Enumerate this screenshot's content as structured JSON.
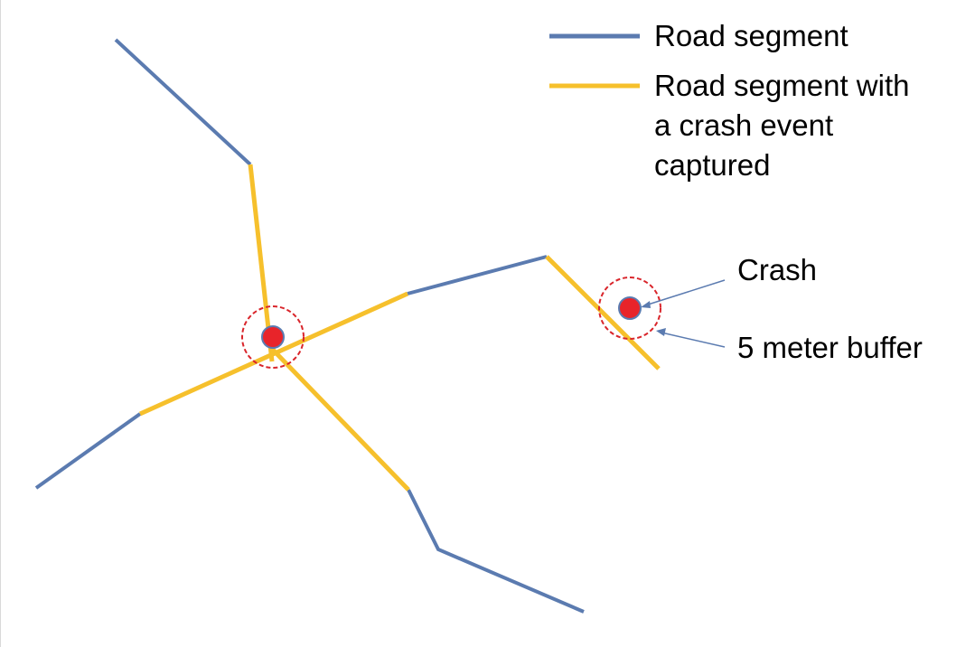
{
  "colors": {
    "road_segment": "#5b7bb0",
    "road_segment_with_crash": "#f6c02c",
    "crash_point": "#e8242a",
    "crash_point_outline": "#5b7bb0",
    "buffer_ring": "#d9252b",
    "annotation_line": "#5b7bb0"
  },
  "legend": {
    "road_segment_label": "Road segment",
    "crash_segment_label_lines": [
      "Road segment with",
      "a crash event",
      "captured"
    ]
  },
  "annotations": {
    "crash_label": "Crash",
    "buffer_label": "5 meter buffer"
  },
  "icons": {
    "crash_point": "red-dot",
    "buffer": "dashed-circle"
  }
}
